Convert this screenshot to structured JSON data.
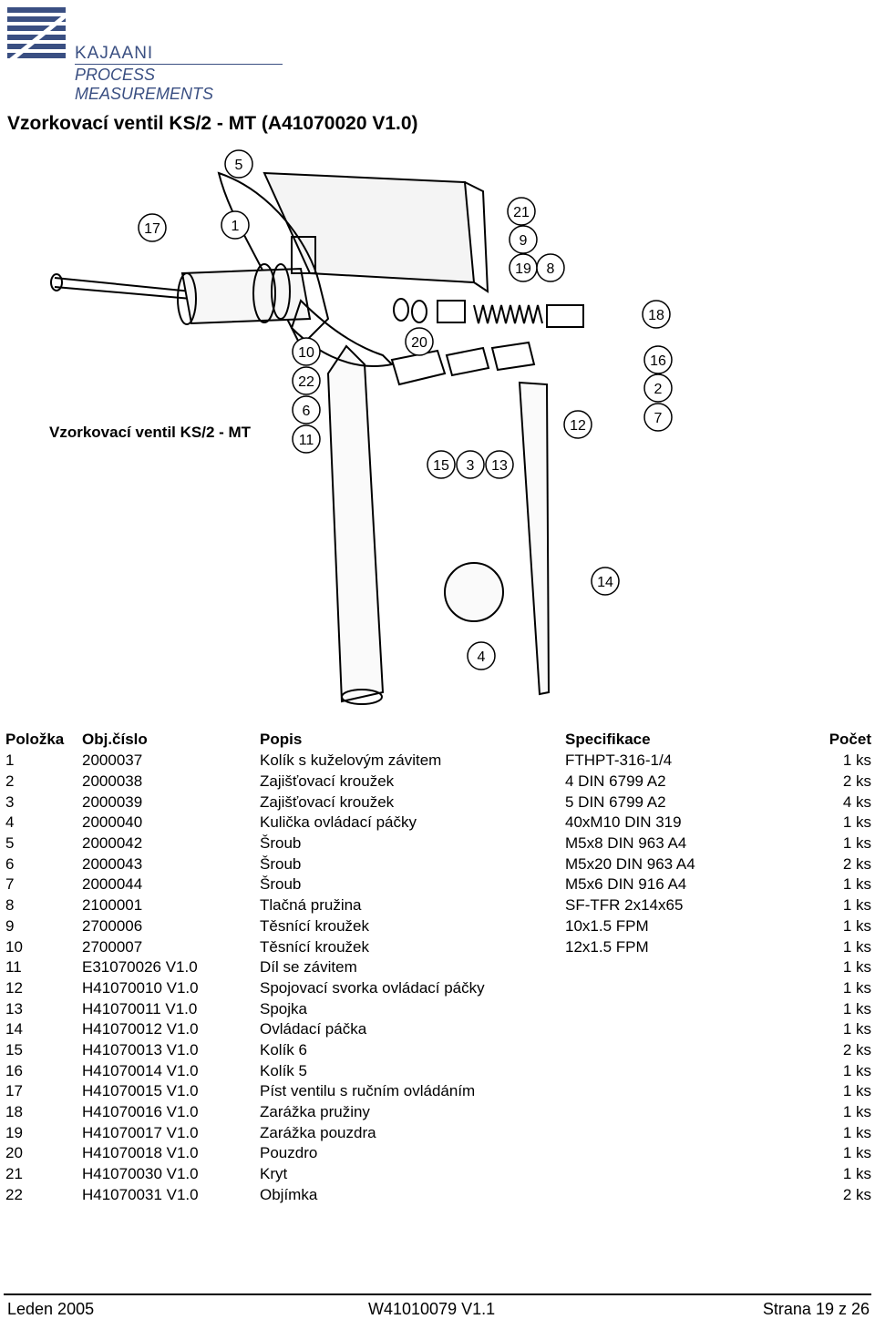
{
  "logo": {
    "line1": "KAJAANI",
    "line2": "PROCESS MEASUREMENTS"
  },
  "title": "Vzorkovací ventil KS/2 - MT (A41070020 V1.0)",
  "drawing": {
    "caption": "Vzorkovací ventil KS/2 - MT",
    "callouts": [
      "5",
      "17",
      "1",
      "21",
      "9",
      "19",
      "8",
      "18",
      "10",
      "20",
      "22",
      "6",
      "11",
      "16",
      "2",
      "7",
      "12",
      "15",
      "3",
      "13",
      "14",
      "4"
    ]
  },
  "table": {
    "headers": [
      "Položka",
      "Obj.číslo",
      "Popis",
      "Specifikace",
      "Počet"
    ],
    "rows": [
      [
        "1",
        "2000037",
        "Kolík s kuželovým závitem",
        "FTHPT-316-1/4",
        "1 ks"
      ],
      [
        "2",
        "2000038",
        "Zajišťovací kroužek",
        "4 DIN 6799 A2",
        "2 ks"
      ],
      [
        "3",
        "2000039",
        "Zajišťovací kroužek",
        "5 DIN 6799 A2",
        "4 ks"
      ],
      [
        "4",
        "2000040",
        "Kulička ovládací páčky",
        "40xM10 DIN 319",
        "1 ks"
      ],
      [
        "5",
        "2000042",
        "Šroub",
        "M5x8 DIN 963 A4",
        "1 ks"
      ],
      [
        "6",
        "2000043",
        "Šroub",
        "M5x20 DIN 963 A4",
        "2 ks"
      ],
      [
        "7",
        "2000044",
        "Šroub",
        "M5x6 DIN 916 A4",
        "1 ks"
      ],
      [
        "8",
        "2100001",
        "Tlačná pružina",
        "SF-TFR 2x14x65",
        "1 ks"
      ],
      [
        "9",
        "2700006",
        "Těsnící kroužek",
        "10x1.5 FPM",
        "1 ks"
      ],
      [
        "10",
        "2700007",
        "Těsnící kroužek",
        "12x1.5 FPM",
        "1 ks"
      ],
      [
        "11",
        "E31070026 V1.0",
        "Díl se závitem",
        "",
        "1 ks"
      ],
      [
        "12",
        "H41070010 V1.0",
        "Spojovací svorka ovládací páčky",
        "",
        "1 ks"
      ],
      [
        "13",
        "H41070011 V1.0",
        "Spojka",
        "",
        "1 ks"
      ],
      [
        "14",
        "H41070012 V1.0",
        "Ovládací páčka",
        "",
        "1 ks"
      ],
      [
        "15",
        "H41070013 V1.0",
        "Kolík 6",
        "",
        "2 ks"
      ],
      [
        "16",
        "H41070014 V1.0",
        "Kolík 5",
        "",
        "1 ks"
      ],
      [
        "17",
        "H41070015 V1.0",
        "Píst ventilu s ručním ovládáním",
        "",
        "1 ks"
      ],
      [
        "18",
        "H41070016 V1.0",
        "Zarážka pružiny",
        "",
        "1 ks"
      ],
      [
        "19",
        "H41070017 V1.0",
        "Zarážka pouzdra",
        "",
        "1 ks"
      ],
      [
        "20",
        "H41070018 V1.0",
        "Pouzdro",
        "",
        "1 ks"
      ],
      [
        "21",
        "H41070030 V1.0",
        "Kryt",
        "",
        "1 ks"
      ],
      [
        "22",
        "H41070031 V1.0",
        "Objímka",
        "",
        "2 ks"
      ]
    ]
  },
  "footer": {
    "left": "Leden 2005",
    "center": "W41010079 V1.1",
    "right": "Strana 19 z 26"
  },
  "colors": {
    "brand": "#3a4f82"
  }
}
